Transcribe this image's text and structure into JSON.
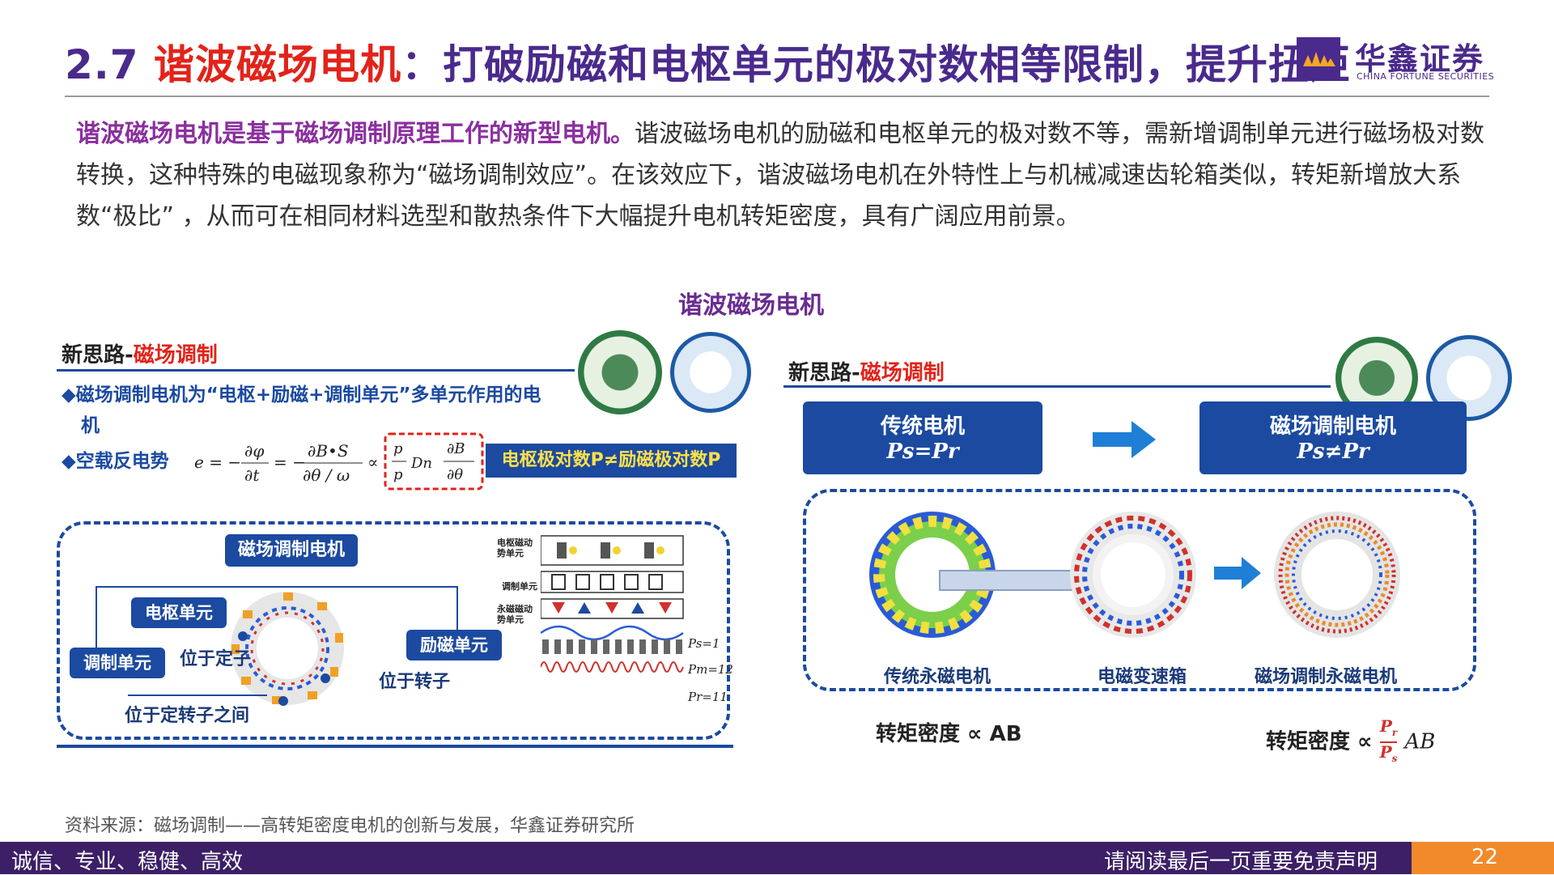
{
  "title": {
    "number": "2.7 ",
    "highlight": "谐波磁场电机",
    "rest": "：打破励磁和电枢单元的极对数相等限制，提升扭矩"
  },
  "logo": {
    "cn": "华鑫证券",
    "en": "CHINA FORTUNE SECURITIES"
  },
  "intro": {
    "lead": "谐波磁场电机是基于磁场调制原理工作的新型电机。",
    "body": "谐波磁场电机的励磁和电枢单元的极对数不等，需新增调制单元进行磁场极对数转换，这种特殊的电磁现象称为“磁场调制效应”。在该效应下，谐波磁场电机在外特性上与机械减速齿轮箱类似，转矩新增放大系数“极比” ，从而可在相同材料选型和散热条件下大幅提升电机转矩密度，具有广阔应用前景。"
  },
  "figure_caption": "谐波磁场电机",
  "left_panel": {
    "heading_prefix": "新思路-",
    "heading_highlight": "磁场调制",
    "bullet1_line1": "◆磁场调制电机为“电枢+励磁+调制单元”多单元作用的电",
    "bullet1_line2": "机",
    "bullet2": "◆空载反电势",
    "callout": "电枢极对数P≠励磁极对数P",
    "center_box": "磁场调制电机",
    "armature_box": "电枢单元",
    "excitation_box": "励磁单元",
    "modulation_box": "调制单元",
    "on_stator": "位于定子",
    "on_rotor": "位于转子",
    "between": "位于定转子之间",
    "strip_labels": [
      "电枢磁动势单元",
      "调制单元",
      "永磁磁动势单元"
    ],
    "wave_labels": [
      "Ps=1",
      "Pm=12",
      "Pr=11"
    ]
  },
  "right_panel": {
    "heading_prefix": "新思路-",
    "heading_highlight": "磁场调制",
    "trad_title": "传统电机",
    "trad_formula": "Ps=Pr",
    "mod_title": "磁场调制电机",
    "mod_formula": "Ps≠Pr",
    "labels": [
      "传统永磁电机",
      "电磁变速箱",
      "磁场调制永磁电机"
    ],
    "torque1": "转矩密度 ∝ AB",
    "torque2_prefix": "转矩密度 ∝",
    "torque2_suffix": "AB"
  },
  "source": "资料来源：磁场调制——高转矩密度电机的创新与发展，华鑫证券研究所",
  "footer": {
    "left": "诚信、专业、稳健、高效",
    "right": "请阅读最后一页重要免责声明",
    "page": "22"
  },
  "colors": {
    "brand": "#4a2a8c",
    "accent": "#e2231a",
    "diagram_blue": "#1b4aa0",
    "footer_tab": "#f28a2b"
  }
}
